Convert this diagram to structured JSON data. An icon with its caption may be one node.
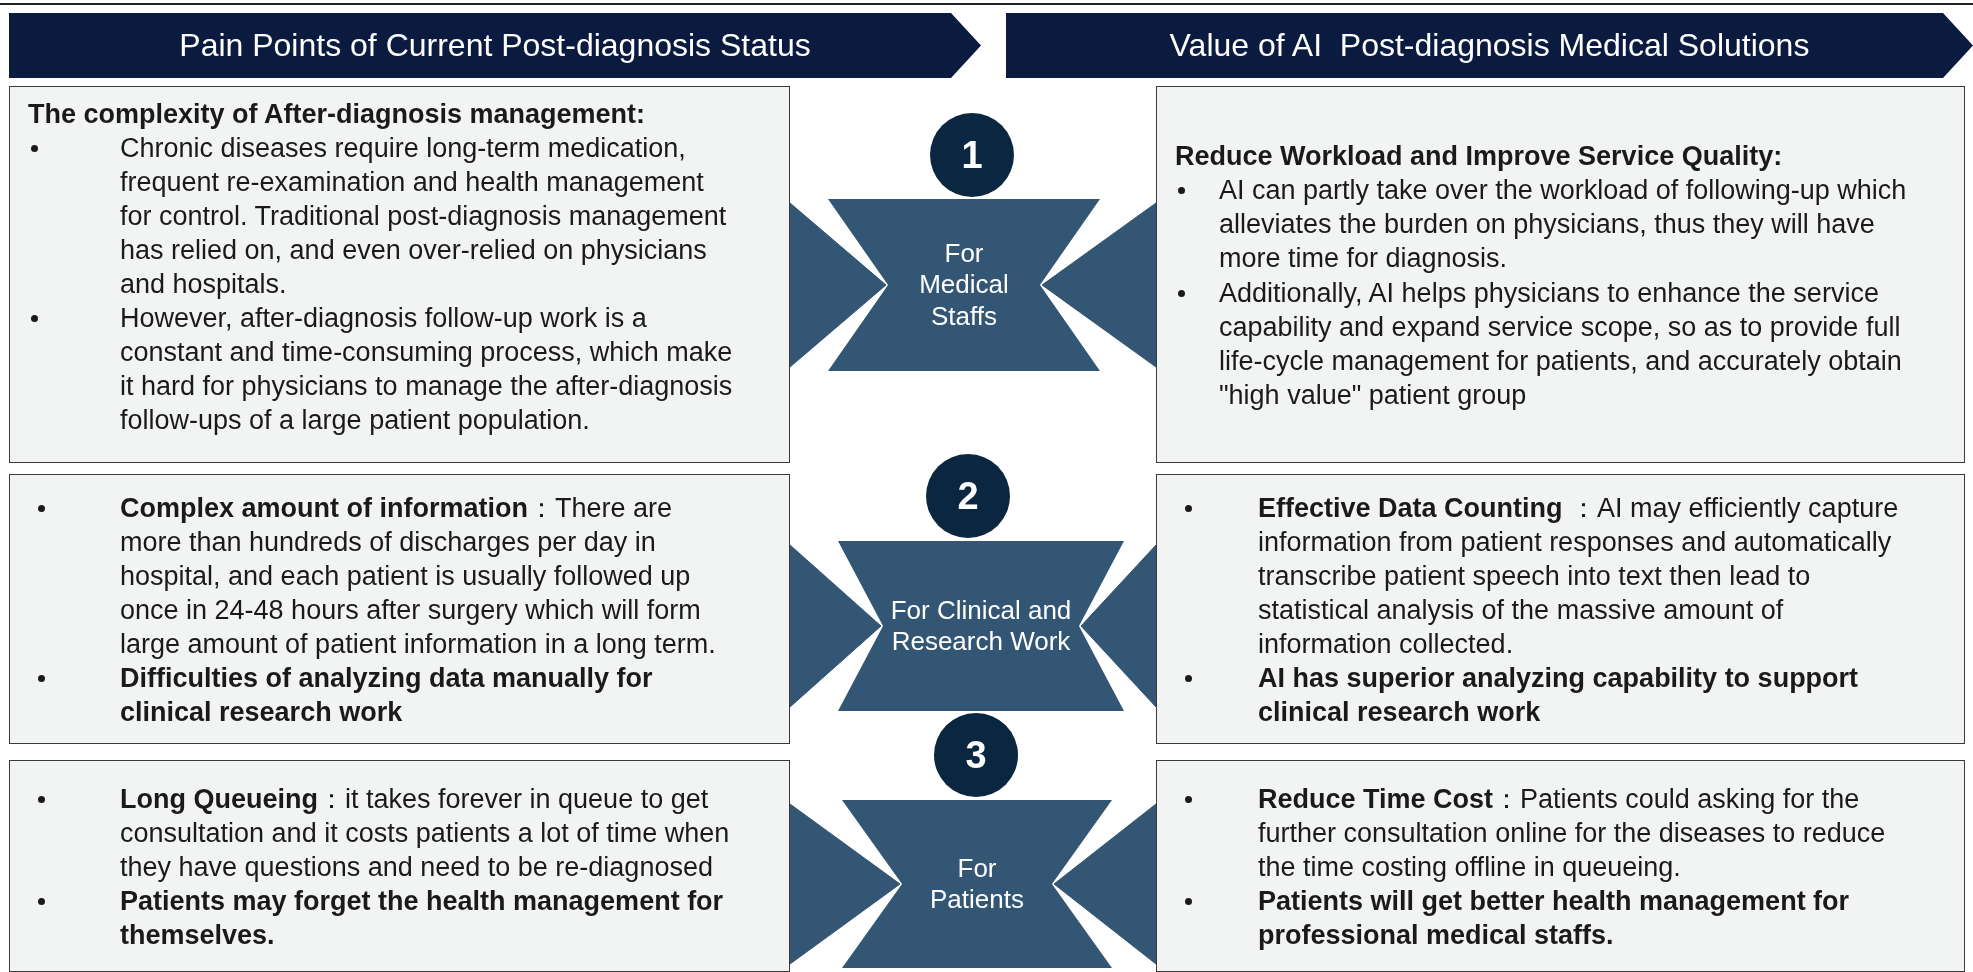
{
  "diagram": {
    "nodes": [
      {
        "text": [
          "Pain Points of Current Post-diagnosis Status"
        ]
      },
      {
        "text": [
          "Value of AI  Post-diagnosis Medical Solutions"
        ]
      },
      {
        "text": [
          "The complexity of After-diagnosis management:",
          "Chronic diseases require long-term medication, frequent re-examination and health management for control. Traditional post-diagnosis management has relied on, and even over-relied on physicians and hospitals.",
          "However, after-diagnosis follow-up work is a constant and time-consuming process, which make it hard for physicians to manage the after-diagnosis follow-ups of a large patient population."
        ]
      },
      {
        "text": [
          "1"
        ]
      },
      {
        "text": [
          "For Medical Staffs"
        ]
      },
      {
        "text": [
          "Reduce Workload and Improve Service Quality:",
          "AI can partly take over the workload of following-up which alleviates the burden on physicians, thus they will have more time for diagnosis.",
          "Additionally, AI helps physicians to enhance the service capability and expand service scope, so as to provide full life-cycle management for patients, and accurately obtain \"high value\" patient group"
        ]
      },
      {
        "text": [
          "**Complex amount of information**：There are more than hundreds of discharges per day in hospital, and each patient is usually followed up once in 24-48 hours after surgery which will form large amount of patient information in a long term.",
          "Difficulties of analyzing data manually for clinical research work"
        ]
      },
      {
        "text": [
          "2"
        ]
      },
      {
        "text": [
          "For Clinical and Research Work"
        ]
      },
      {
        "text": [
          "**Effective Data Counting** ：AI may efficiently capture information from patient responses and automatically transcribe patient speech into text then lead to statistical analysis of the massive amount of information collected.",
          "AI has superior analyzing capability to support clinical research work"
        ]
      },
      {
        "text": [
          "**Long Queueing**：it takes forever in queue to get consultation and it costs patients a lot of time when they have questions and need to be re-diagnosed",
          "Patients may forget the health management for themselves."
        ]
      },
      {
        "text": [
          "3"
        ]
      },
      {
        "text": [
          "For Patients"
        ]
      },
      {
        "text": [
          "**Reduce Time Cost**：Patients could asking for the further consultation online for the diseases to reduce the time costing offline in queueing.",
          "Patients will get better health management for professional medical staffs."
        ]
      }
    ],
    "edges": [
      {
        "from": 2,
        "to": 4,
        "arrow": "to"
      },
      {
        "from": 5,
        "to": 4,
        "arrow": "to"
      },
      {
        "from": 6,
        "to": 8,
        "arrow": "to"
      },
      {
        "from": 9,
        "to": 8,
        "arrow": "to"
      },
      {
        "from": 10,
        "to": 12,
        "arrow": "to"
      },
      {
        "from": 13,
        "to": 12,
        "arrow": "to"
      }
    ]
  }
}
